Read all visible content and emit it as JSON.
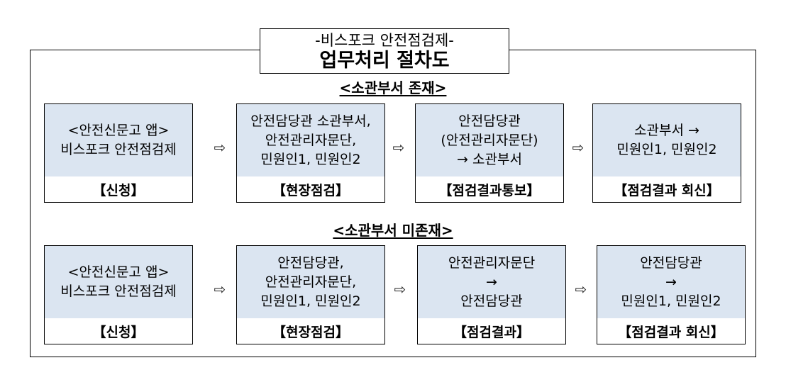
{
  "title": {
    "line1": "-비스포크 안전점검제-",
    "line2": "업무처리 절차도"
  },
  "sections": [
    {
      "heading": "<소관부서 존재>",
      "steps": [
        {
          "lines": [
            "<안전신문고 앱>",
            "비스포크 안전점검제"
          ],
          "label": "【신청】"
        },
        {
          "lines": [
            "안전담당관 소관부서,",
            "안전관리자문단,",
            "민원인1, 민원인2"
          ],
          "label": "【현장점검】"
        },
        {
          "lines": [
            "안전담당관",
            "(안전관리자문단)",
            "→ 소관부서"
          ],
          "label": "【점검결과통보】"
        },
        {
          "lines": [
            "소관부서 →",
            "민원인1, 민원인2"
          ],
          "label": "【점검결과 회신】"
        }
      ]
    },
    {
      "heading": "<소관부서 미존재>",
      "steps": [
        {
          "lines": [
            "<안전신문고 앱>",
            "비스포크 안전점검제"
          ],
          "label": "【신청】"
        },
        {
          "lines": [
            "안전담당관,",
            "안전관리자문단,",
            "민원인1, 민원인2"
          ],
          "label": "【현장점검】"
        },
        {
          "lines": [
            "안전관리자문단",
            "→",
            "안전담당관"
          ],
          "label": "【점검결과】"
        },
        {
          "lines": [
            "안전담당관",
            "→",
            "민원인1, 민원인2"
          ],
          "label": "【점검결과 회신】"
        }
      ]
    }
  ],
  "arrow_glyph": "⇨"
}
